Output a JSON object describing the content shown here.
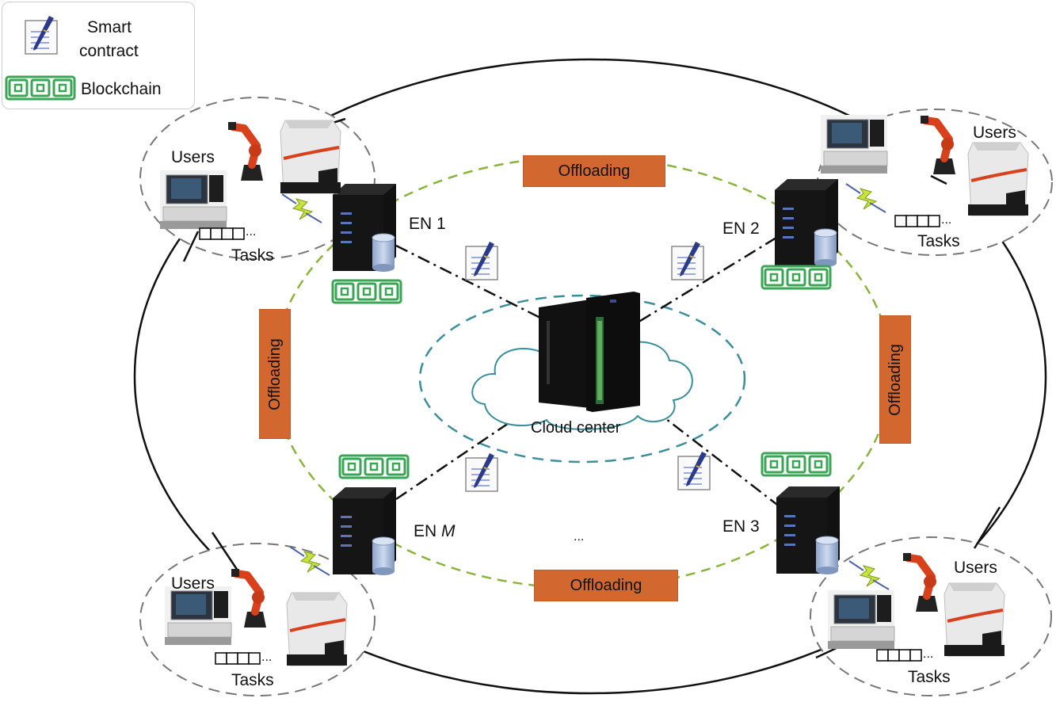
{
  "legend": {
    "smart_contract_label_line1": "Smart",
    "smart_contract_label_line2": "contract",
    "blockchain_label": "Blockchain",
    "smart_contract_icon": "contract-pen-icon",
    "blockchain_icon": "chain-links-icon"
  },
  "cloud": {
    "label": "Cloud center",
    "icon": "mainframe-server-icon"
  },
  "edge_nodes": [
    {
      "id": "en1",
      "prefix": "EN ",
      "suffix": "1",
      "italic": false
    },
    {
      "id": "en2",
      "prefix": "EN ",
      "suffix": "2",
      "italic": false
    },
    {
      "id": "en3",
      "prefix": "EN ",
      "suffix": "3",
      "italic": false
    },
    {
      "id": "enM",
      "prefix": "EN ",
      "suffix": "M",
      "italic": true
    }
  ],
  "user_groups": [
    {
      "position": "top-left",
      "users_label": "Users",
      "tasks_label": "Tasks",
      "queue_ellipsis": "..."
    },
    {
      "position": "top-right",
      "users_label": "Users",
      "tasks_label": "Tasks",
      "queue_ellipsis": "..."
    },
    {
      "position": "bottom-left",
      "users_label": "Users",
      "tasks_label": "Tasks",
      "queue_ellipsis": "..."
    },
    {
      "position": "bottom-right",
      "users_label": "Users",
      "tasks_label": "Tasks",
      "queue_ellipsis": "..."
    }
  ],
  "offloading": {
    "top": "Offloading",
    "bottom": "Offloading",
    "left": "Offloading",
    "right": "Offloading"
  },
  "between_nodes_ellipsis": "...",
  "colors": {
    "offloading_box": "#d2682f",
    "blockchain_green": "#3aa655",
    "offload_link": "#8ab43c",
    "cloud_ring": "#3a8f9a",
    "robot_orange": "#d9401c"
  }
}
